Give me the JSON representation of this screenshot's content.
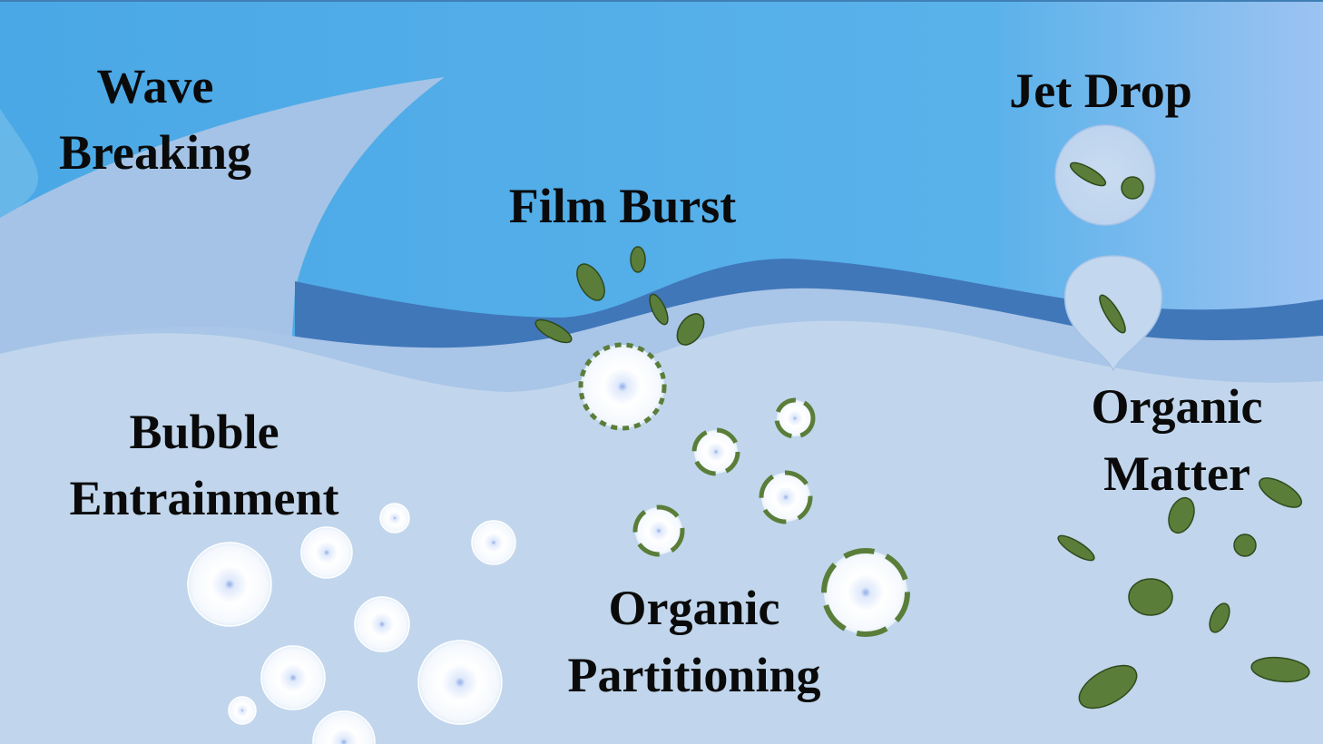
{
  "labels": {
    "wave_breaking": [
      "Wave",
      "Breaking"
    ],
    "film_burst": "Film Burst",
    "jet_drop": "Jet Drop",
    "bubble_entrainment": [
      "Bubble",
      "Entrainment"
    ],
    "organic_matter": [
      "Organic",
      "Matter"
    ],
    "organic_partitioning": [
      "Organic",
      "Partitioning"
    ]
  },
  "colors": {
    "sky_top": "#4aa8e6",
    "sky_light": "#9cc3f2",
    "wave_curl": "#a4c3e6",
    "wave_dark": "#4077b9",
    "wave_mid": "#a9c5e7",
    "water": "#c1d6ec",
    "organic": "#5a7e3a",
    "bubble_rim": "#ffffff",
    "label_text": "#0a0a0a"
  }
}
